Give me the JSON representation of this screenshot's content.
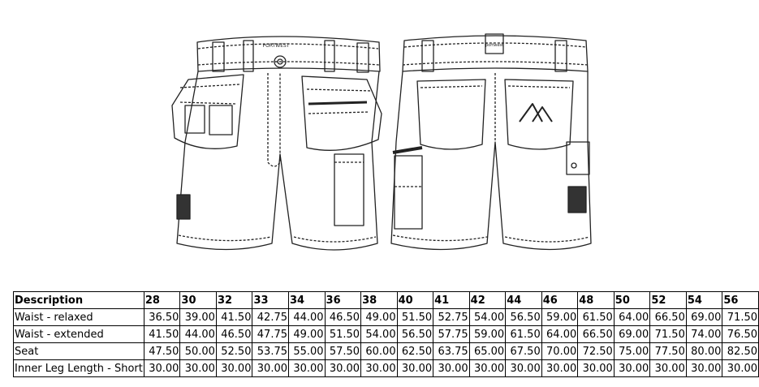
{
  "brand": {
    "logo_text": "PORTWEST"
  },
  "size_chart": {
    "header": {
      "description": "Description",
      "sizes": [
        "28",
        "30",
        "32",
        "33",
        "34",
        "36",
        "38",
        "40",
        "41",
        "42",
        "44",
        "46",
        "48",
        "50",
        "52",
        "54",
        "56"
      ]
    },
    "rows": [
      {
        "label": "Waist - relaxed",
        "values": [
          "36.50",
          "39.00",
          "41.50",
          "42.75",
          "44.00",
          "46.50",
          "49.00",
          "51.50",
          "52.75",
          "54.00",
          "56.50",
          "59.00",
          "61.50",
          "64.00",
          "66.50",
          "69.00",
          "71.50"
        ]
      },
      {
        "label": "Waist - extended",
        "values": [
          "41.50",
          "44.00",
          "46.50",
          "47.75",
          "49.00",
          "51.50",
          "54.00",
          "56.50",
          "57.75",
          "59.00",
          "61.50",
          "64.00",
          "66.50",
          "69.00",
          "71.50",
          "74.00",
          "76.50"
        ]
      },
      {
        "label": "Seat",
        "values": [
          "47.50",
          "50.00",
          "52.50",
          "53.75",
          "55.00",
          "57.50",
          "60.00",
          "62.50",
          "63.75",
          "65.00",
          "67.50",
          "70.00",
          "72.50",
          "75.00",
          "77.50",
          "80.00",
          "82.50"
        ]
      },
      {
        "label": "Inner Leg Length - Short",
        "values": [
          "30.00",
          "30.00",
          "30.00",
          "30.00",
          "30.00",
          "30.00",
          "30.00",
          "30.00",
          "30.00",
          "30.00",
          "30.00",
          "30.00",
          "30.00",
          "30.00",
          "30.00",
          "30.00",
          "30.00"
        ]
      }
    ]
  }
}
